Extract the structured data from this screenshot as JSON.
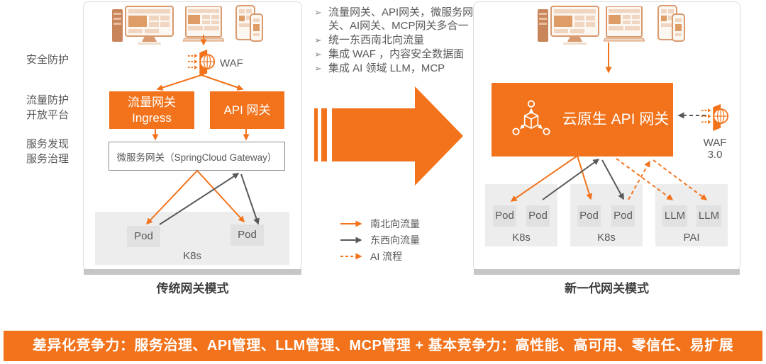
{
  "colors": {
    "accent_orange": "#F2731B",
    "arrow_gray": "#595959",
    "panel_border": "#DCDCDC",
    "cluster_bg": "#EDEDED",
    "node_bg": "#E1E1E1",
    "shadow_bar": "#C6C6C6",
    "banner_bg": "#F2731B"
  },
  "icons": {
    "bullet_char": "➢",
    "waf_icon": "firewall-globe",
    "device_icons": [
      "server-desktop",
      "laptop-browser",
      "tablet-phone"
    ],
    "cloud_gateway_icon": "cube-distribution"
  },
  "row_labels": [
    [
      "安全防护"
    ],
    [
      "流量防护",
      "开放平台"
    ],
    [
      "服务发现",
      "服务治理"
    ]
  ],
  "left": {
    "waf": "WAF",
    "traffic_gw": [
      "流量网关",
      "Ingress"
    ],
    "api_gw": "API 网关",
    "micro_gw": "微服务网关（SpringCloud Gateway）",
    "pods": [
      "Pod",
      "Pod"
    ],
    "cluster": "K8s",
    "caption": "传统网关模式"
  },
  "middle": {
    "bullets": [
      "流量网关、API网关，微服务网关、AI网关、MCP网关多合一",
      "统一东西南北向流量",
      "集成 WAF ，内容安全数据面",
      "集成 AI 领域 LLM，MCP"
    ],
    "legend": [
      {
        "label": "南北向流量",
        "style": "orange-solid"
      },
      {
        "label": "东西向流量",
        "style": "gray-solid"
      },
      {
        "label": "AI 流程",
        "style": "orange-dashed"
      }
    ]
  },
  "right": {
    "gateway": "云原生 API 网关",
    "waf": "WAF 3.0",
    "clusters": [
      {
        "title": "K8s",
        "nodes": [
          "Pod",
          "Pod"
        ]
      },
      {
        "title": "K8s",
        "nodes": [
          "Pod",
          "Pod"
        ]
      },
      {
        "title": "PAI",
        "nodes": [
          "LLM",
          "LLM"
        ]
      }
    ],
    "caption": "新一代网关模式"
  },
  "banner": "差异化竞争力：服务治理、API管理、LLM管理、MCP管理 + 基本竞争力：高性能、高可用、零信任、易扩展"
}
